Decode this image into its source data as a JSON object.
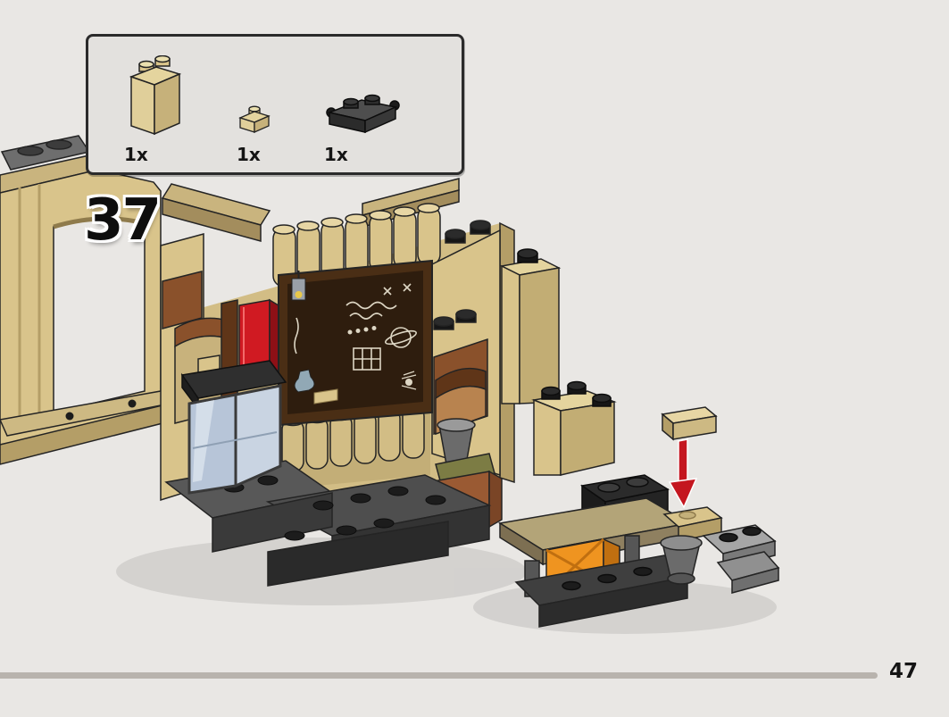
{
  "page": {
    "step_number": "37",
    "page_number": "47",
    "background_color": "#e9e7e4"
  },
  "parts_callout": {
    "items": [
      {
        "id": "tan-brick-1x2",
        "quantity": "1x",
        "color": "#d9c48b"
      },
      {
        "id": "tan-plate-1x1",
        "quantity": "1x",
        "color": "#d9c48b"
      },
      {
        "id": "dark-gray-plate-1x2-with-handles",
        "quantity": "1x",
        "color": "#4a4a4a"
      }
    ]
  },
  "illustration": {
    "label": "LEGO assembly step: classroom wall with chalkboard, arch, display case and bench; red arrow shows tan plate placement",
    "arrow_color": "#c4161f",
    "main_colors": {
      "tan": "#d9c48b",
      "dark_gray": "#4a4a4a",
      "red": "#d01a22",
      "orange": "#ef9420",
      "glass_blue": "#b7c5d8",
      "chalkboard": "#2e1d0e"
    }
  },
  "footer": {
    "progress_color": "#b8b3ad"
  }
}
